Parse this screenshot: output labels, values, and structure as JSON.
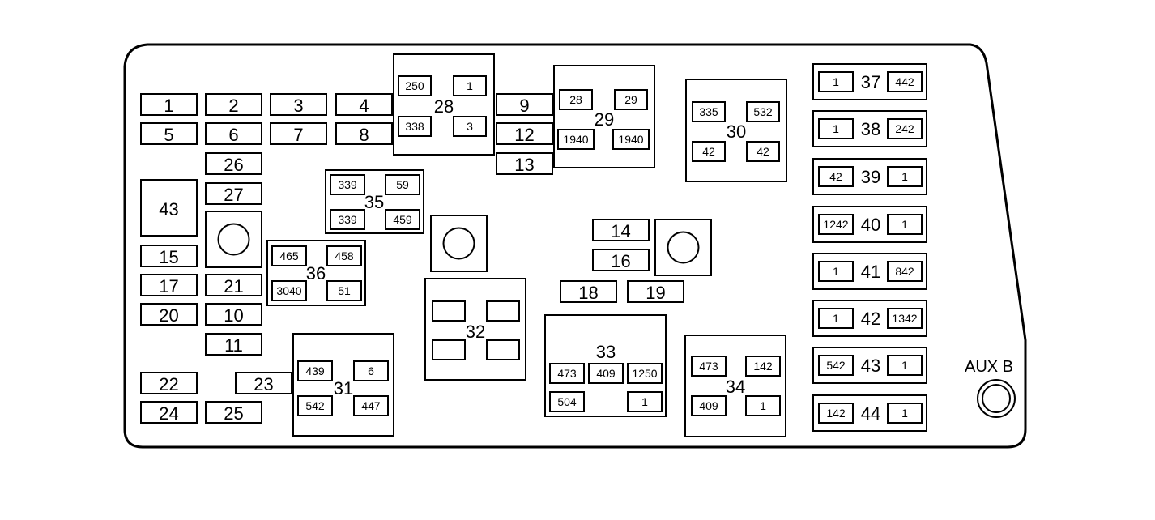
{
  "diagram": {
    "fuses": [
      "1",
      "2",
      "3",
      "4",
      "5",
      "6",
      "7",
      "8",
      "26",
      "27",
      "15",
      "17",
      "21",
      "20",
      "10",
      "11",
      "22",
      "24",
      "23",
      "25",
      "9",
      "12",
      "13",
      "14",
      "16",
      "18",
      "19"
    ],
    "large_blocks": {
      "b43": "43",
      "b28": {
        "label": "28",
        "tl": "250",
        "tr": "1",
        "bl": "338",
        "br": "3"
      },
      "b29": {
        "label": "29",
        "tl": "28",
        "tr": "29",
        "bl": "1940",
        "br": "1940"
      },
      "b30": {
        "label": "30",
        "tl": "335",
        "tr": "532",
        "bl": "42",
        "br": "42"
      },
      "b35": {
        "label": "35",
        "tl": "339",
        "tr": "59",
        "bl": "339",
        "br": "459"
      },
      "b36": {
        "label": "36",
        "tl": "465",
        "tr": "458",
        "bl": "3040",
        "br": "51"
      },
      "b31": {
        "label": "31",
        "tl": "439",
        "tr": "6",
        "bl": "542",
        "br": "447"
      },
      "b32": {
        "label": "32"
      },
      "b33": {
        "label": "33",
        "r1": [
          "473",
          "409",
          "1250"
        ],
        "r2": [
          "504",
          "1"
        ]
      },
      "b34": {
        "label": "34",
        "tl": "473",
        "tr": "142",
        "bl": "409",
        "br": "1"
      }
    },
    "relays": [
      {
        "label": "37",
        "left": "1",
        "right": "442"
      },
      {
        "label": "38",
        "left": "1",
        "right": "242"
      },
      {
        "label": "39",
        "left": "42",
        "right": "1"
      },
      {
        "label": "40",
        "left": "1242",
        "right": "1"
      },
      {
        "label": "41",
        "left": "1",
        "right": "842"
      },
      {
        "label": "42",
        "left": "1",
        "right": "1342"
      },
      {
        "label": "43",
        "left": "542",
        "right": "1"
      },
      {
        "label": "44",
        "left": "142",
        "right": "1"
      }
    ],
    "aux_label": "AUX B"
  }
}
